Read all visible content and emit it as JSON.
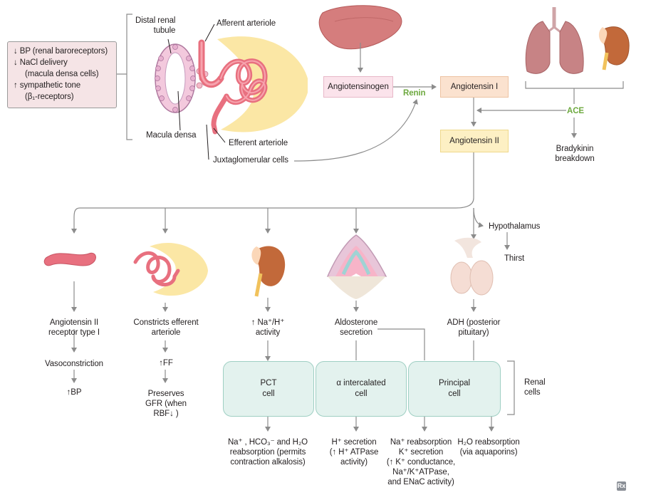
{
  "triggers": {
    "line1": "↓ BP (renal baroreceptors)",
    "line2": "↓ NaCl delivery",
    "line3": "(macula densa cells)",
    "line4": "↑ sympathetic tone",
    "line5": "(β₁-receptors)"
  },
  "kidney_labels": {
    "distal_renal_tubule": "Distal renal\ntubule",
    "afferent_arteriole": "Afferent arteriole",
    "macula_densa": "Macula densa",
    "efferent_arteriole": "Efferent arteriole",
    "juxtaglomerular_cells": "Juxtaglomerular cells"
  },
  "cascade": {
    "angiotensinogen": "Angiotensinogen",
    "renin": "Renin",
    "angiotensin_i": "Angiotensin I",
    "ace": "ACE",
    "angiotensin_ii": "Angiotensin II",
    "bradykinin": "Bradykinin\nbreakdown",
    "hypothalamus": "Hypothalamus",
    "thirst": "Thirst"
  },
  "effects": {
    "receptor": "Angiotensin II\nreceptor type I",
    "vasoconstriction": "Vasoconstriction",
    "bp_up": "↑BP",
    "efferent": "Constricts efferent\narteriole",
    "ff_up": "↑FF",
    "preserves_gfr": "Preserves\nGFR (when\nRBF↓ )",
    "na_h": "↑ Na⁺/H⁺\nactivity",
    "aldosterone": "Aldosterone\nsecretion",
    "adh": "ADH (posterior\npituitary)"
  },
  "cells": {
    "pct": "PCT\ncell",
    "alpha": "α intercalated\ncell",
    "principal": "Principal\ncell",
    "renal_cells": "Renal\ncells"
  },
  "outcomes": {
    "pct": "Na⁺ , HCO₃⁻ and H₂O\nreabsorption (permits\ncontraction alkalosis)",
    "alpha": "H⁺ secretion\n(↑ H⁺ ATPase\nactivity)",
    "principal": "Na⁺ reabsorption\nK⁺ secretion\n(↑ K⁺ conductance,\nNa⁺/K⁺ATPase,\nand ENaC activity)",
    "water": "H₂O reabsorption\n(via aquaporins)"
  },
  "logo": "Rx",
  "colors": {
    "arrow": "#8c8c8c",
    "enzyme_green": "#6da93f",
    "angiotensinogen_fill": "#fbe3eb",
    "angiotensin_i_fill": "#fbe2cf",
    "angiotensin_ii_fill": "#fdf0c4",
    "cell_fill": "#e3f2ee",
    "trigger_fill": "#f5e4e6",
    "vessel": "#e8707f",
    "glomerulus_halo": "#fbe7a5"
  }
}
